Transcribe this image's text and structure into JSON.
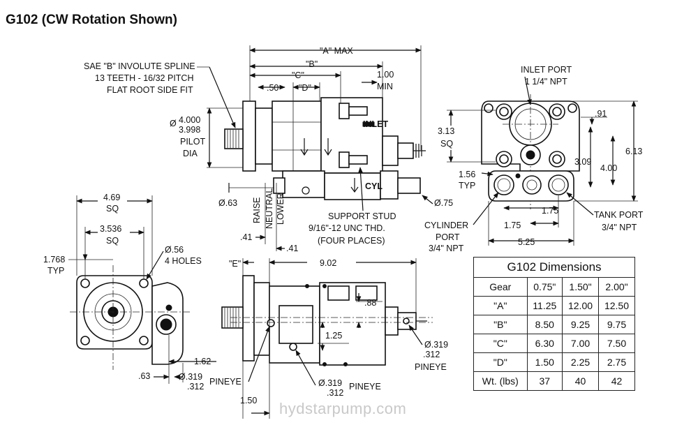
{
  "title": "G102  (CW Rotation Shown)",
  "watermark": "hydstarpump.com",
  "side_view": {
    "a_max": "\"A\" MAX",
    "b": "\"B\"",
    "c": "\"C\"",
    "d": "\"D\"",
    "dim_50": ".50",
    "min_100": "1.00",
    "min_word": "MIN",
    "spline_1": "SAE \"B\" INVOLUTE SPLINE",
    "spline_2": "13 TEETH - 16/32 PITCH",
    "spline_3": "FLAT ROOT SIDE FIT",
    "pilot_1": "4.000",
    "pilot_2": "3.998",
    "pilot_3": "PILOT",
    "pilot_4": "DIA",
    "phi": "Ø",
    "dia_63": "Ø.63",
    "raise": "RAISE",
    "neutral": "NEUTRAL",
    "lower": "LOWER",
    "dim_41a": ".41",
    "dim_41b": ".41",
    "stud_1": "SUPPORT STUD",
    "stud_2": "9/16\"-12 UNC THD.",
    "stud_3": "(FOUR PLACES)",
    "dia_75": "Ø.75"
  },
  "port_view": {
    "inlet_1": "INLET PORT",
    "inlet_2": "1 1/4\" NPT",
    "d91": ".91",
    "d313": "3.13",
    "sq": "SQ",
    "d613": "6.13",
    "d309": "3.09",
    "d400": "4.00",
    "d156": "1.56",
    "typ": "TYP",
    "d175a": "1.75",
    "d175b": "1.75",
    "tank_1": "TANK PORT",
    "tank_2": "3/4\" NPT",
    "cyl_1": "CYLINDER",
    "cyl_2": "PORT",
    "cyl_3": "3/4\" NPT",
    "d525": "5.25"
  },
  "end_view": {
    "d469": "4.69",
    "sq1": "SQ",
    "d3536": "3.536",
    "sq2": "SQ",
    "d1768": "1.768",
    "typ": "TYP",
    "holes_1": "Ø.56",
    "holes_2": "4 HOLES",
    "d162": "1.62",
    "d63": ".63"
  },
  "bottom_view": {
    "e": "\"E\"",
    "d902": "9.02",
    "d88": ".88",
    "d125": "1.25",
    "pin_r_1": "Ø.319",
    "pin_r_2": ".312",
    "pin_r_3": "PINEYE",
    "pin_l_1": "Ø.319",
    "pin_l_2": ".312",
    "pin_l_3": "PINEYE",
    "pin_c_1": "Ø.319",
    "pin_c_2": ".312",
    "pin_c_3": "PINEYE",
    "d150": "1.50"
  },
  "table": {
    "title": "G102 Dimensions",
    "header": [
      "Gear",
      "0.75\"",
      "1.50\"",
      "2.00\""
    ],
    "rows": [
      [
        "\"A\"",
        "11.25",
        "12.00",
        "12.50"
      ],
      [
        "\"B\"",
        "8.50",
        "9.25",
        "9.75"
      ],
      [
        "\"C\"",
        "6.30",
        "7.00",
        "7.50"
      ],
      [
        "\"D\"",
        "1.50",
        "2.25",
        "2.75"
      ],
      [
        "Wt. (lbs)",
        "37",
        "40",
        "42"
      ]
    ]
  }
}
